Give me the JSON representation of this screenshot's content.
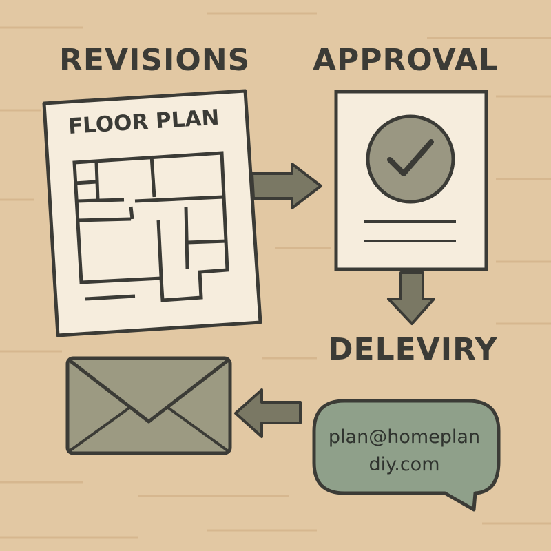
{
  "labels": {
    "revisions": "REVISIONS",
    "approval": "APPROVAL",
    "delivery": "DELEVIRY"
  },
  "floor_plan": {
    "title": "FLOOR PLAN"
  },
  "email": {
    "line1": "plan@homeplan",
    "line2": "diy.com"
  },
  "colors": {
    "background": "#e2c8a3",
    "paper": "#f6eddd",
    "ink": "#3b3b36",
    "arrow": "#7a7864",
    "envelope": "#9c9a82",
    "bubble": "#8fa08a"
  }
}
